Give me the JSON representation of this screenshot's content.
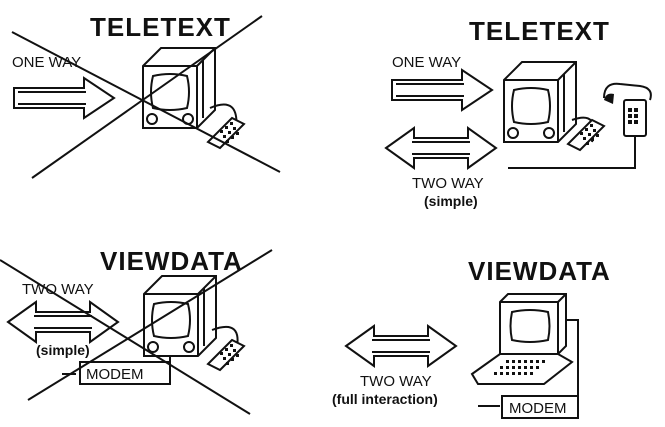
{
  "panels": {
    "top_left": {
      "title": "TELETEXT",
      "arrow_label": "ONE WAY"
    },
    "top_right": {
      "title": "TELETEXT",
      "arrow_label": "ONE WAY",
      "two_way_label": "TWO WAY",
      "two_way_sub": "(simple)"
    },
    "bottom_left": {
      "title": "VIEWDATA",
      "two_way_label": "TWO WAY",
      "two_way_sub": "(simple)",
      "modem_label": "MODEM"
    },
    "bottom_right": {
      "title": "VIEWDATA",
      "two_way_label": "TWO WAY",
      "two_way_sub": "(full interaction)",
      "modem_label": "MODEM"
    }
  },
  "colors": {
    "ink": "#111111",
    "paper": "#ffffff"
  }
}
